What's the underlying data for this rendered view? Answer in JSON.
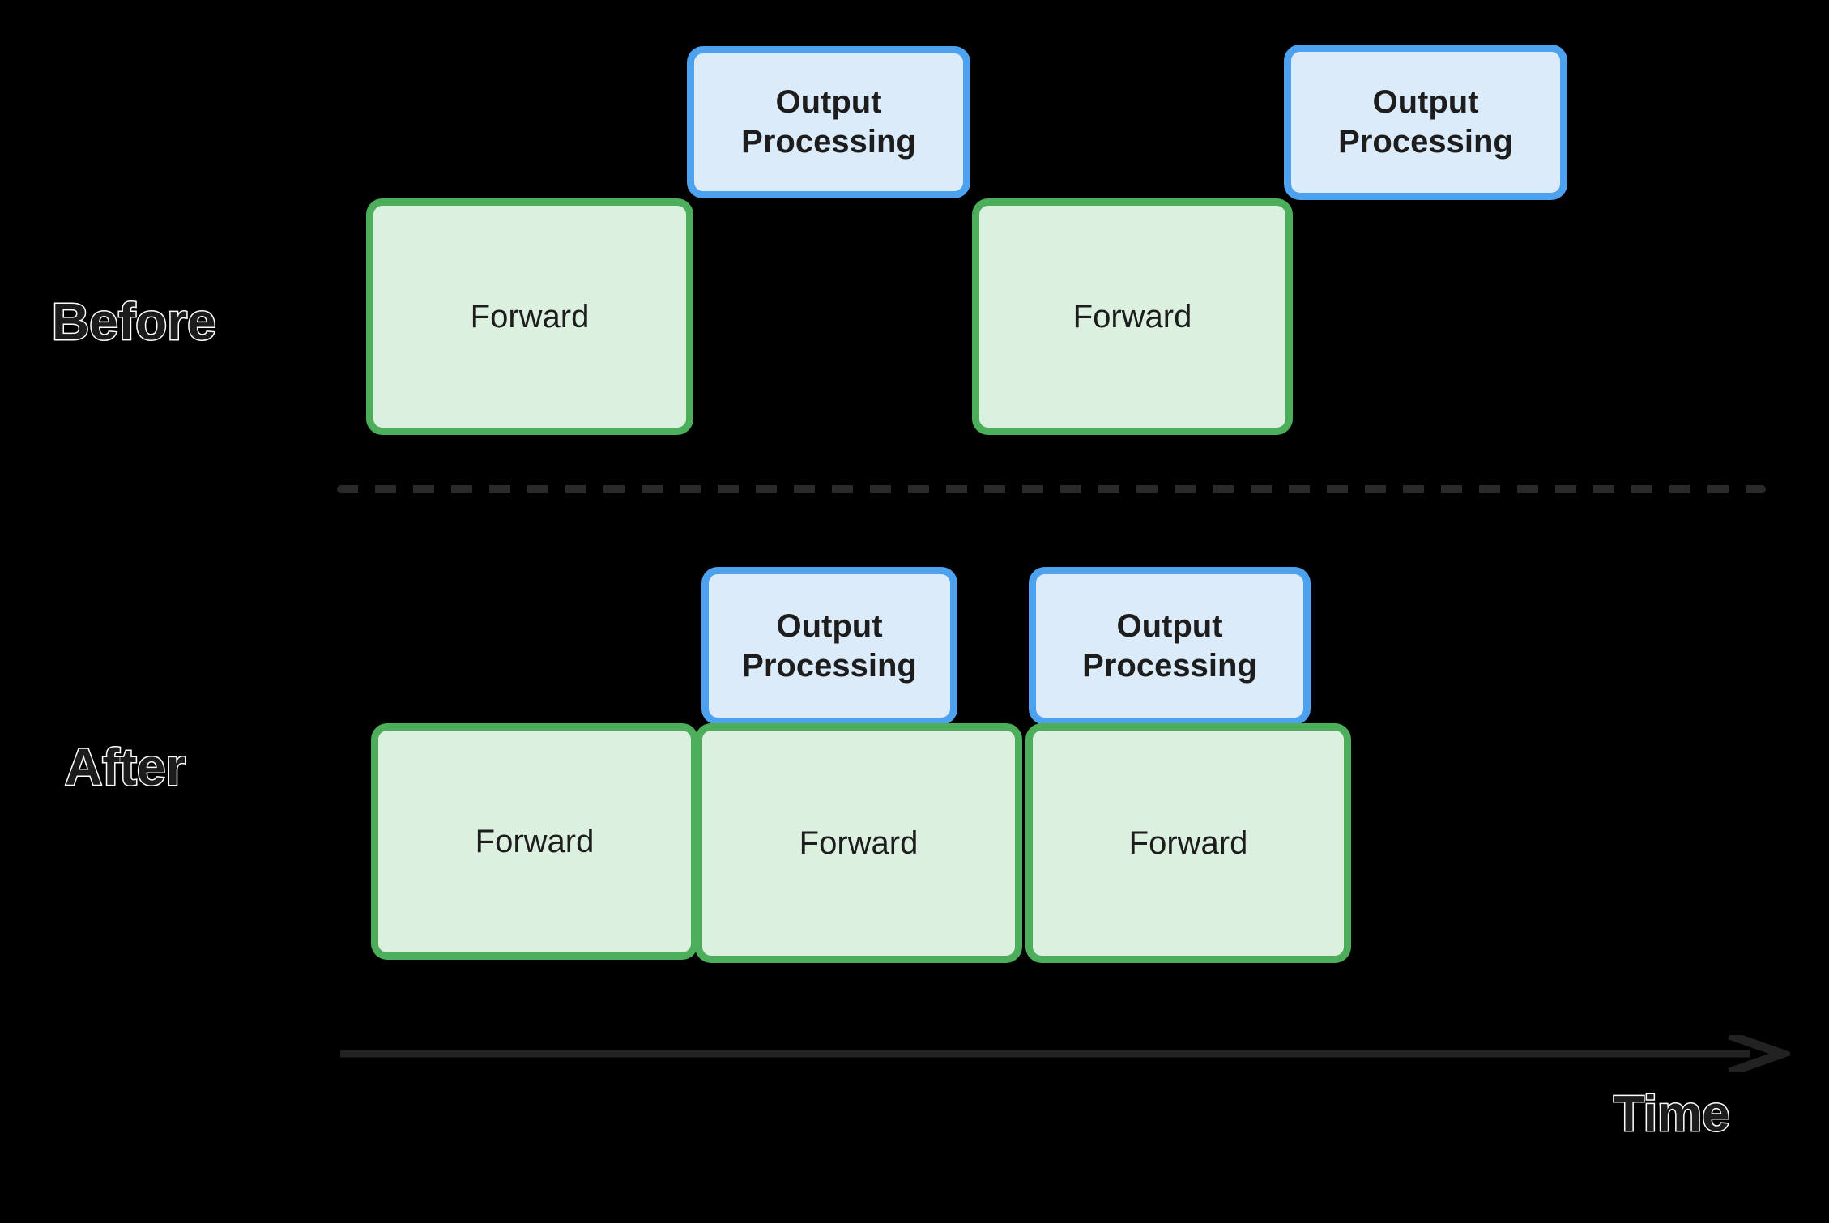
{
  "diagram": {
    "title_hidden": "",
    "background_color": "#000000",
    "axis": {
      "label": "Time",
      "arrow_direction": "right",
      "color": "#222222"
    },
    "divider": {
      "style": "dashed",
      "color": "#2a2a2a"
    },
    "colors": {
      "forward_fill": "#dcf0e0",
      "forward_border": "#4cae5a",
      "output_fill": "#dcebfa",
      "output_border": "#4da2ef",
      "label_text": "#1c1c1c",
      "label_outline": "#ffffff"
    },
    "rows": [
      {
        "id": "before",
        "label": "Before",
        "blocks": [
          {
            "id": "before-forward-1",
            "type": "forward",
            "label": "Forward"
          },
          {
            "id": "before-output-1",
            "type": "output",
            "label": "Output\nProcessing"
          },
          {
            "id": "before-forward-2",
            "type": "forward",
            "label": "Forward"
          },
          {
            "id": "before-output-2",
            "type": "output",
            "label": "Output\nProcessing"
          }
        ]
      },
      {
        "id": "after",
        "label": "After",
        "blocks": [
          {
            "id": "after-forward-1",
            "type": "forward",
            "label": "Forward"
          },
          {
            "id": "after-forward-2",
            "type": "forward",
            "label": "Forward"
          },
          {
            "id": "after-forward-3",
            "type": "forward",
            "label": "Forward"
          },
          {
            "id": "after-output-1",
            "type": "output",
            "label": "Output\nProcessing"
          },
          {
            "id": "after-output-2",
            "type": "output",
            "label": "Output\nProcessing"
          }
        ]
      }
    ]
  }
}
